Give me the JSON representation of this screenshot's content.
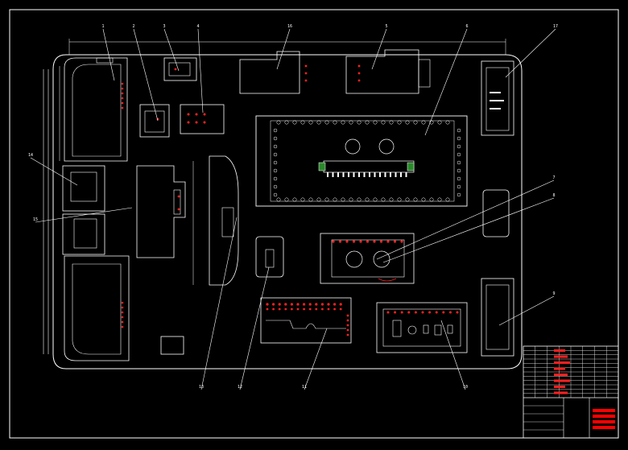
{
  "drawing": {
    "background": "#000000",
    "line_color": "#ffffff",
    "accent_color": "#ff2020",
    "highlight_color": "#ff0000",
    "label_color": "#ffffff"
  },
  "callouts": [
    "1",
    "2",
    "3",
    "4",
    "5",
    "6",
    "7",
    "8",
    "9",
    "10",
    "11",
    "12",
    "13",
    "14",
    "15",
    "16",
    "17"
  ],
  "title_block": {
    "rows": 12,
    "columns": 8
  }
}
